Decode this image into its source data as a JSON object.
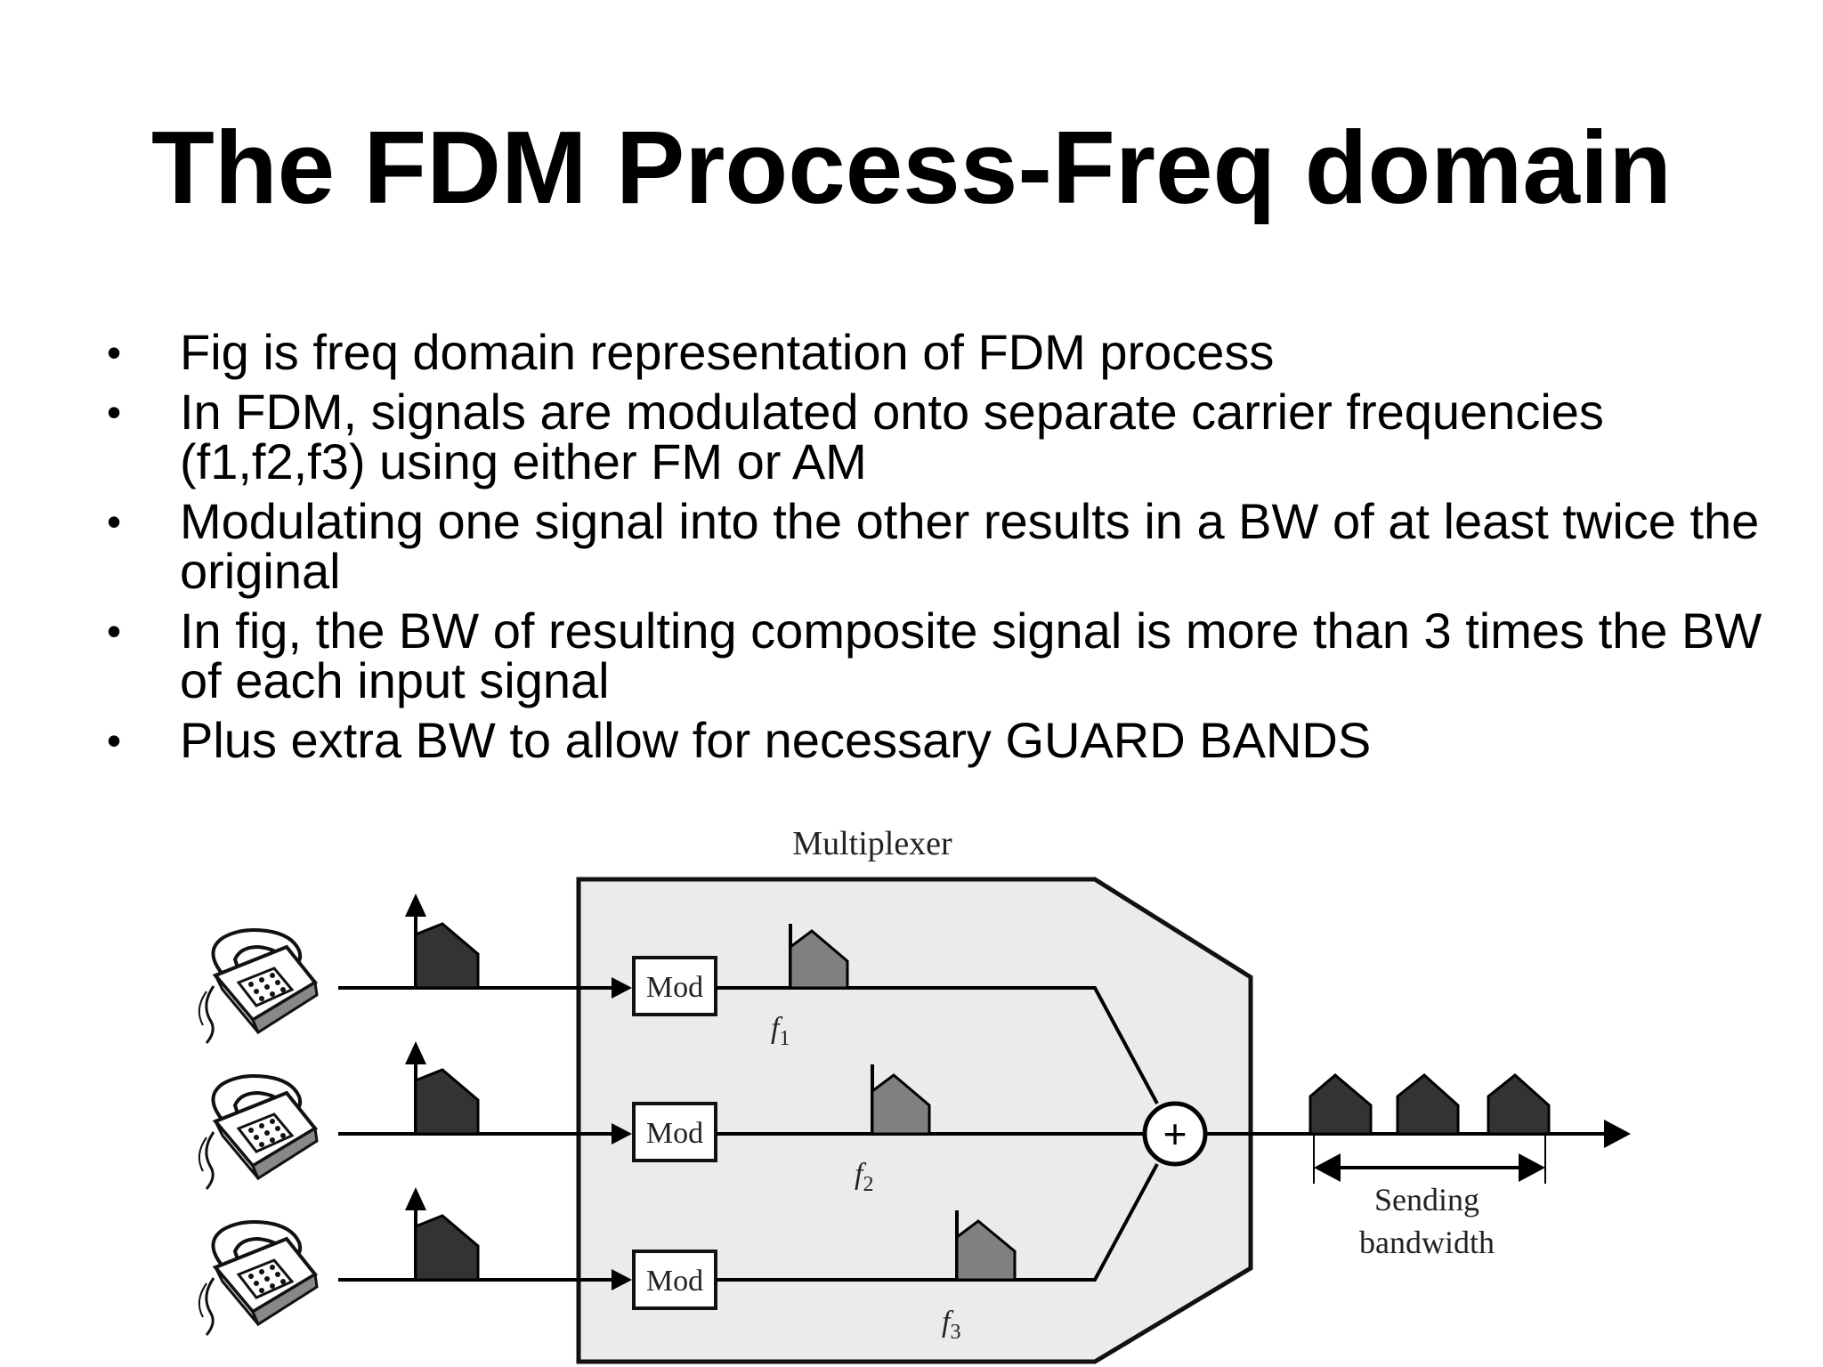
{
  "slide": {
    "title": "The FDM Process-Freq domain",
    "bullets": [
      "Fig is freq domain representation of FDM process",
      "In FDM, signals are modulated onto separate carrier frequencies (f1,f2,f3) using either FM or AM",
      "Modulating one signal into the other results in a BW of at least twice the original",
      "In fig, the BW of resulting composite signal is more than 3 times the BW of each input signal",
      "Plus extra BW to allow for necessary GUARD BANDS"
    ]
  },
  "diagram": {
    "multiplexer_label": "Multiplexer",
    "mod_labels": [
      "Mod",
      "Mod",
      "Mod"
    ],
    "carrier_labels": [
      "f",
      "f",
      "f"
    ],
    "carrier_subscripts": [
      "1",
      "2",
      "3"
    ],
    "adder_symbol": "+",
    "sending_label_line1": "Sending",
    "sending_label_line2": "bandwidth",
    "icons": [
      "telephone-icon",
      "telephone-icon",
      "telephone-icon"
    ],
    "colors": {
      "mux_fill": "#ebebeb",
      "input_spectrum": "#333333",
      "carrier_spectrum": "#808080",
      "output_spectrum": "#333333"
    }
  }
}
